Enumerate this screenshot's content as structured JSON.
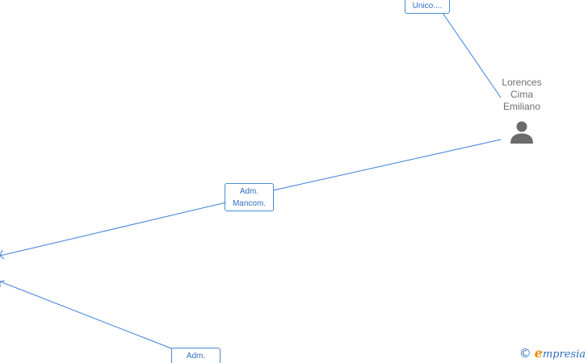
{
  "person": {
    "name_lines": [
      "Lorences",
      "Cima",
      "Emiliano"
    ],
    "icon": "person-icon"
  },
  "roles": {
    "top": {
      "lines": [
        "Unico...."
      ]
    },
    "middle": {
      "lines": [
        "Adm.",
        "Mancom."
      ]
    },
    "bottom": {
      "lines": [
        "Adm."
      ]
    }
  },
  "watermark": {
    "copyright_symbol": "©",
    "brand_initial": "e",
    "brand_rest": "mpresia"
  },
  "colors": {
    "edge": "#3b7dd8",
    "box_border": "#4a8bd6",
    "box_text": "#2f6fbf",
    "person_text": "#6f6f6f",
    "person_icon": "#6b6b6b",
    "brand_accent": "#f08a0c"
  }
}
